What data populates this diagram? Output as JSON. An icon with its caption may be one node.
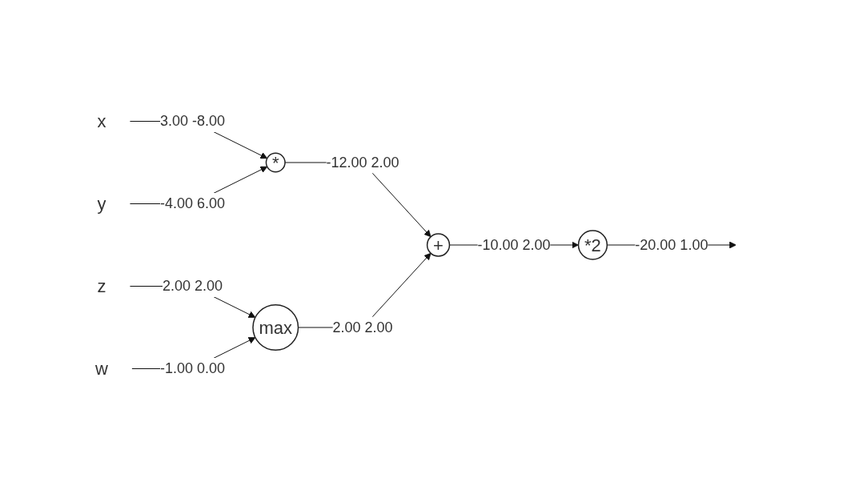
{
  "diagram": {
    "nodes": [
      {
        "text": [
          "x"
        ]
      },
      {
        "text": [
          "y"
        ]
      },
      {
        "text": [
          "*"
        ]
      },
      {
        "text": [
          "z"
        ]
      },
      {
        "text": [
          "w"
        ]
      },
      {
        "text": [
          "max"
        ]
      },
      {
        "text": [
          "+"
        ]
      },
      {
        "text": [
          "*2"
        ]
      }
    ],
    "edges": [
      {
        "from": 0,
        "to": 2,
        "arrow": "to",
        "label": "3.00 -8.00"
      },
      {
        "from": 1,
        "to": 2,
        "arrow": "to",
        "label": "-4.00 6.00"
      },
      {
        "from": 3,
        "to": 5,
        "arrow": "to",
        "label": "2.00 2.00"
      },
      {
        "from": 4,
        "to": 5,
        "arrow": "to",
        "label": "-1.00 0.00"
      },
      {
        "from": 2,
        "to": 6,
        "arrow": "to",
        "label": "-12.00 2.00"
      },
      {
        "from": 5,
        "to": 6,
        "arrow": "to",
        "label": "2.00 2.00"
      },
      {
        "from": 6,
        "to": 7,
        "arrow": "to",
        "label": "-10.00 2.00"
      },
      {
        "from": 7,
        "to": null,
        "arrow": "to",
        "label": "-20.00 1.00"
      }
    ]
  }
}
